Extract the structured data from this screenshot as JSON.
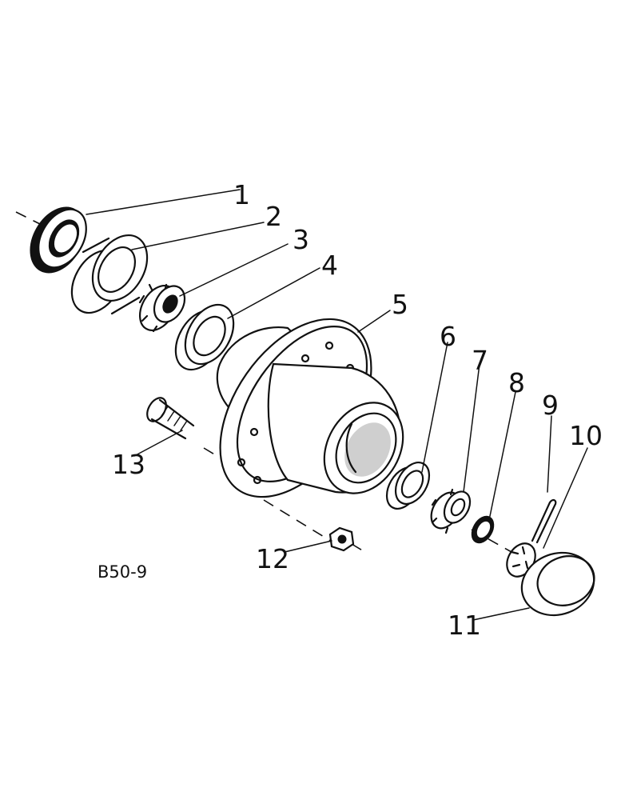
{
  "diagram": {
    "code": "B50-9",
    "callouts": [
      "1",
      "2",
      "3",
      "4",
      "5",
      "6",
      "7",
      "8",
      "9",
      "10",
      "11",
      "12",
      "13"
    ]
  }
}
